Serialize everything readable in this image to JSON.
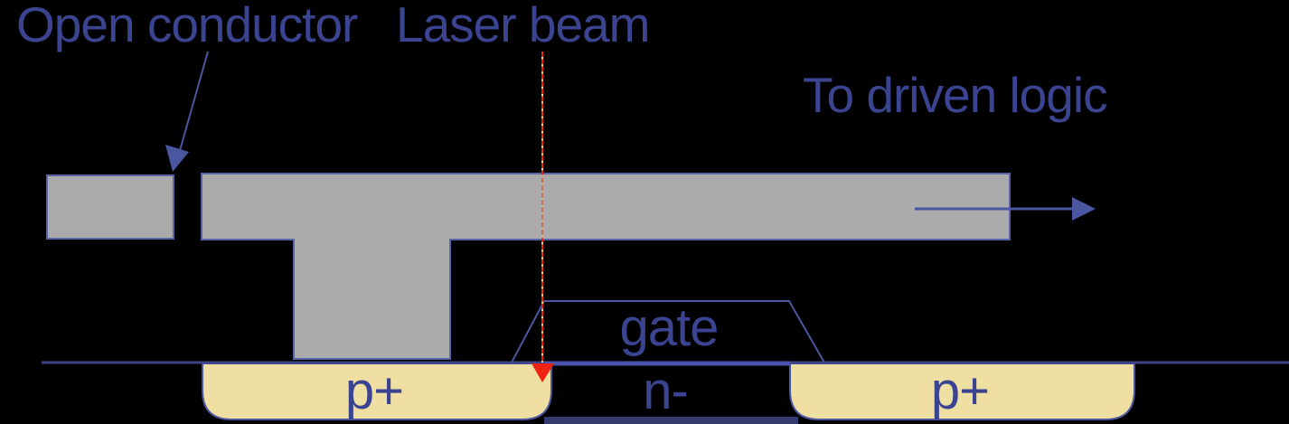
{
  "title": "Laser-cut open conductor cross-section diagram",
  "labels": {
    "open_conductor": "Open conductor",
    "laser_beam": "Laser beam",
    "to_driven_logic": "To driven logic",
    "gate": "gate",
    "p_plus_left": "p+",
    "n_minus": "n-",
    "p_plus_right": "p+"
  },
  "regions": [
    {
      "name": "open-conductor-stub",
      "type": "metal",
      "note": "small gray rectangle left of the cut gap"
    },
    {
      "name": "metal-trace",
      "type": "metal",
      "note": "T-shaped gray trace contacting left p+ well, extending right to driven logic"
    },
    {
      "name": "p-well-left",
      "doping": "p+"
    },
    {
      "name": "channel",
      "doping": "n-"
    },
    {
      "name": "p-well-right",
      "doping": "p+"
    },
    {
      "name": "gate",
      "type": "gate outline trapezoid over n- channel"
    },
    {
      "name": "laser-beam",
      "type": "red dashed vertical beam hitting left p+ well edge"
    }
  ],
  "colors": {
    "background": "#000000",
    "text": "#3B4490",
    "metal_fill": "#ABABAB",
    "metal_border": "#5865A8",
    "line_blue": "#4A56A0",
    "substrate_line": "#3D4389",
    "channel_blue": "#4A53AE",
    "well_fill": "#F0DFA2",
    "well_border": "#4A56A0",
    "laser_red": "#EE2200",
    "laser_gap": "#F2E3A3",
    "laser_over_metal": "rgba(171,171,171,0.55)",
    "impact_red": "#EE2211",
    "buried_bar": "#333A6E"
  }
}
